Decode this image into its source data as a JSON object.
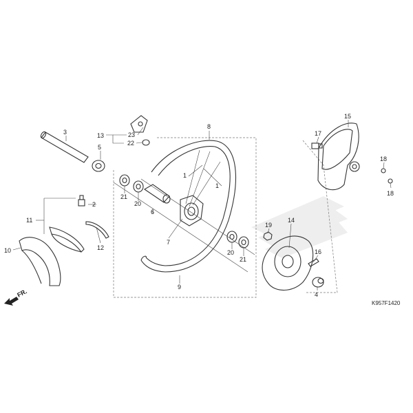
{
  "callouts": {
    "c1a": "1",
    "c1b": "1",
    "c2": "2",
    "c3": "3",
    "c4": "4",
    "c5": "5",
    "c6": "6",
    "c7": "7",
    "c8": "8",
    "c9": "9",
    "c10": "10",
    "c11": "11",
    "c12": "12",
    "c13": "13",
    "c14": "14",
    "c15": "15",
    "c16": "16",
    "c17": "17",
    "c18a": "18",
    "c18b": "18",
    "c19": "19",
    "c20a": "20",
    "c20b": "20",
    "c21a": "21",
    "c21b": "21",
    "c22": "22",
    "c23": "23"
  },
  "front_label": "FR.",
  "diagram_code": "K957F1420",
  "colors": {
    "line": "#333333",
    "watermark": "#e6e6e6",
    "mesh": "#888888"
  }
}
